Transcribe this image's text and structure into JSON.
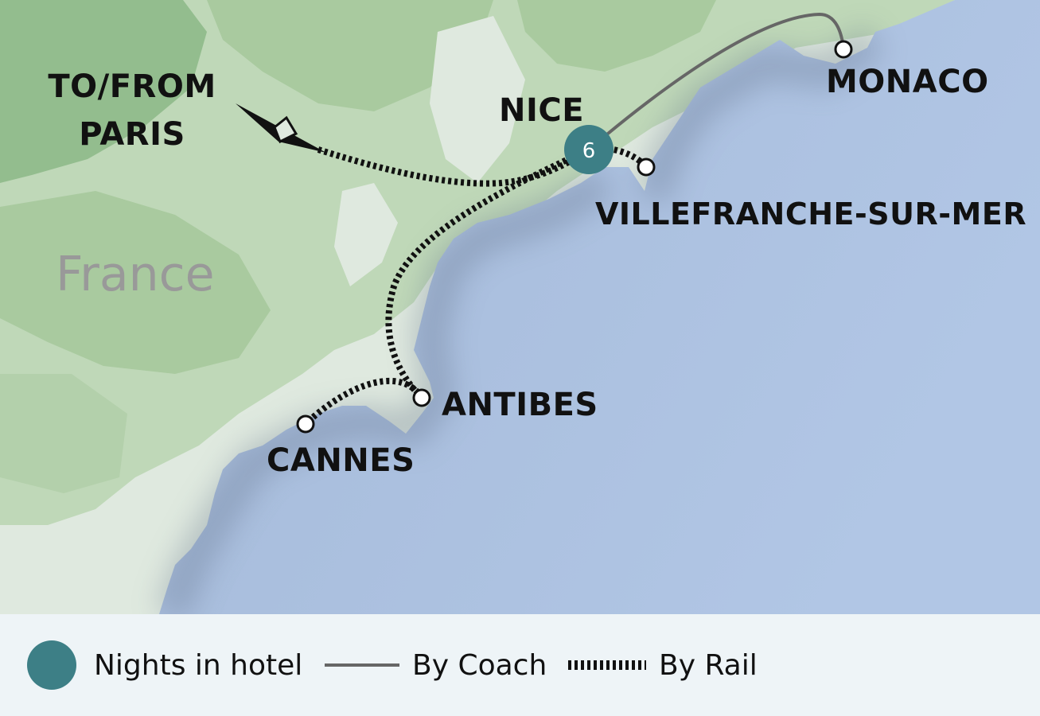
{
  "map": {
    "country_label": "France",
    "places": [
      {
        "id": "to-from-paris",
        "lines": [
          "TO/FROM",
          "PARIS"
        ]
      },
      {
        "id": "nice",
        "lines": [
          "NICE"
        ],
        "nights": "6"
      },
      {
        "id": "monaco",
        "lines": [
          "MONACO"
        ]
      },
      {
        "id": "villefranche",
        "lines": [
          "VILLEFRANCHE-SUR-MER"
        ]
      },
      {
        "id": "antibes",
        "lines": [
          "ANTIBES"
        ]
      },
      {
        "id": "cannes",
        "lines": [
          "CANNES"
        ]
      }
    ]
  },
  "legend": {
    "nights_label": "Nights in hotel",
    "coach_label": "By Coach",
    "rail_label": "By Rail"
  },
  "colors": {
    "hotel_marker": "#3d7f86",
    "sea": "#b1c6e5",
    "sea_dark": "#6f7f97",
    "land_light": "#dfe9df",
    "land_mid": "#bfd8b8",
    "land_dark": "#93bd8e",
    "coach_line": "#666666",
    "rail_line": "#111111"
  }
}
